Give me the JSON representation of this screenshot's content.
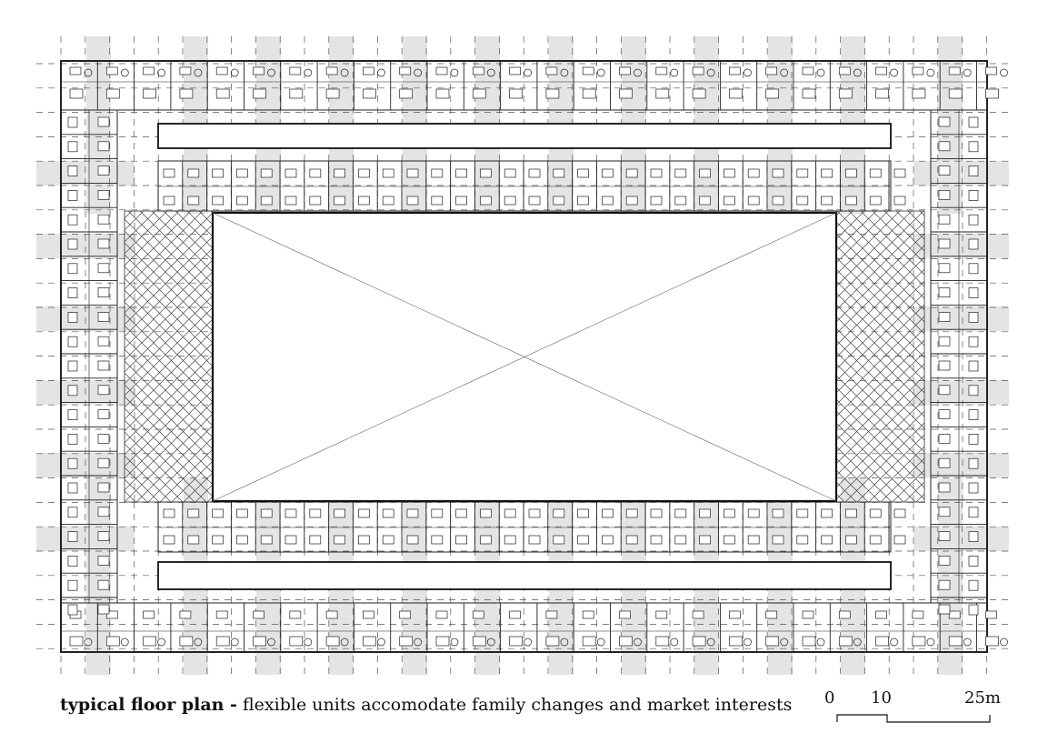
{
  "caption": {
    "title": "typical floor plan -",
    "text": " flexible units accomodate family changes and market interests"
  },
  "scale_bar": {
    "labels": [
      "0",
      "10",
      "25m"
    ],
    "values": [
      0,
      10,
      25
    ],
    "unit": "m"
  },
  "colors": {
    "line": "#222222",
    "grid": "#555555",
    "band": "#e4e4e4",
    "hatch": "#444444"
  }
}
